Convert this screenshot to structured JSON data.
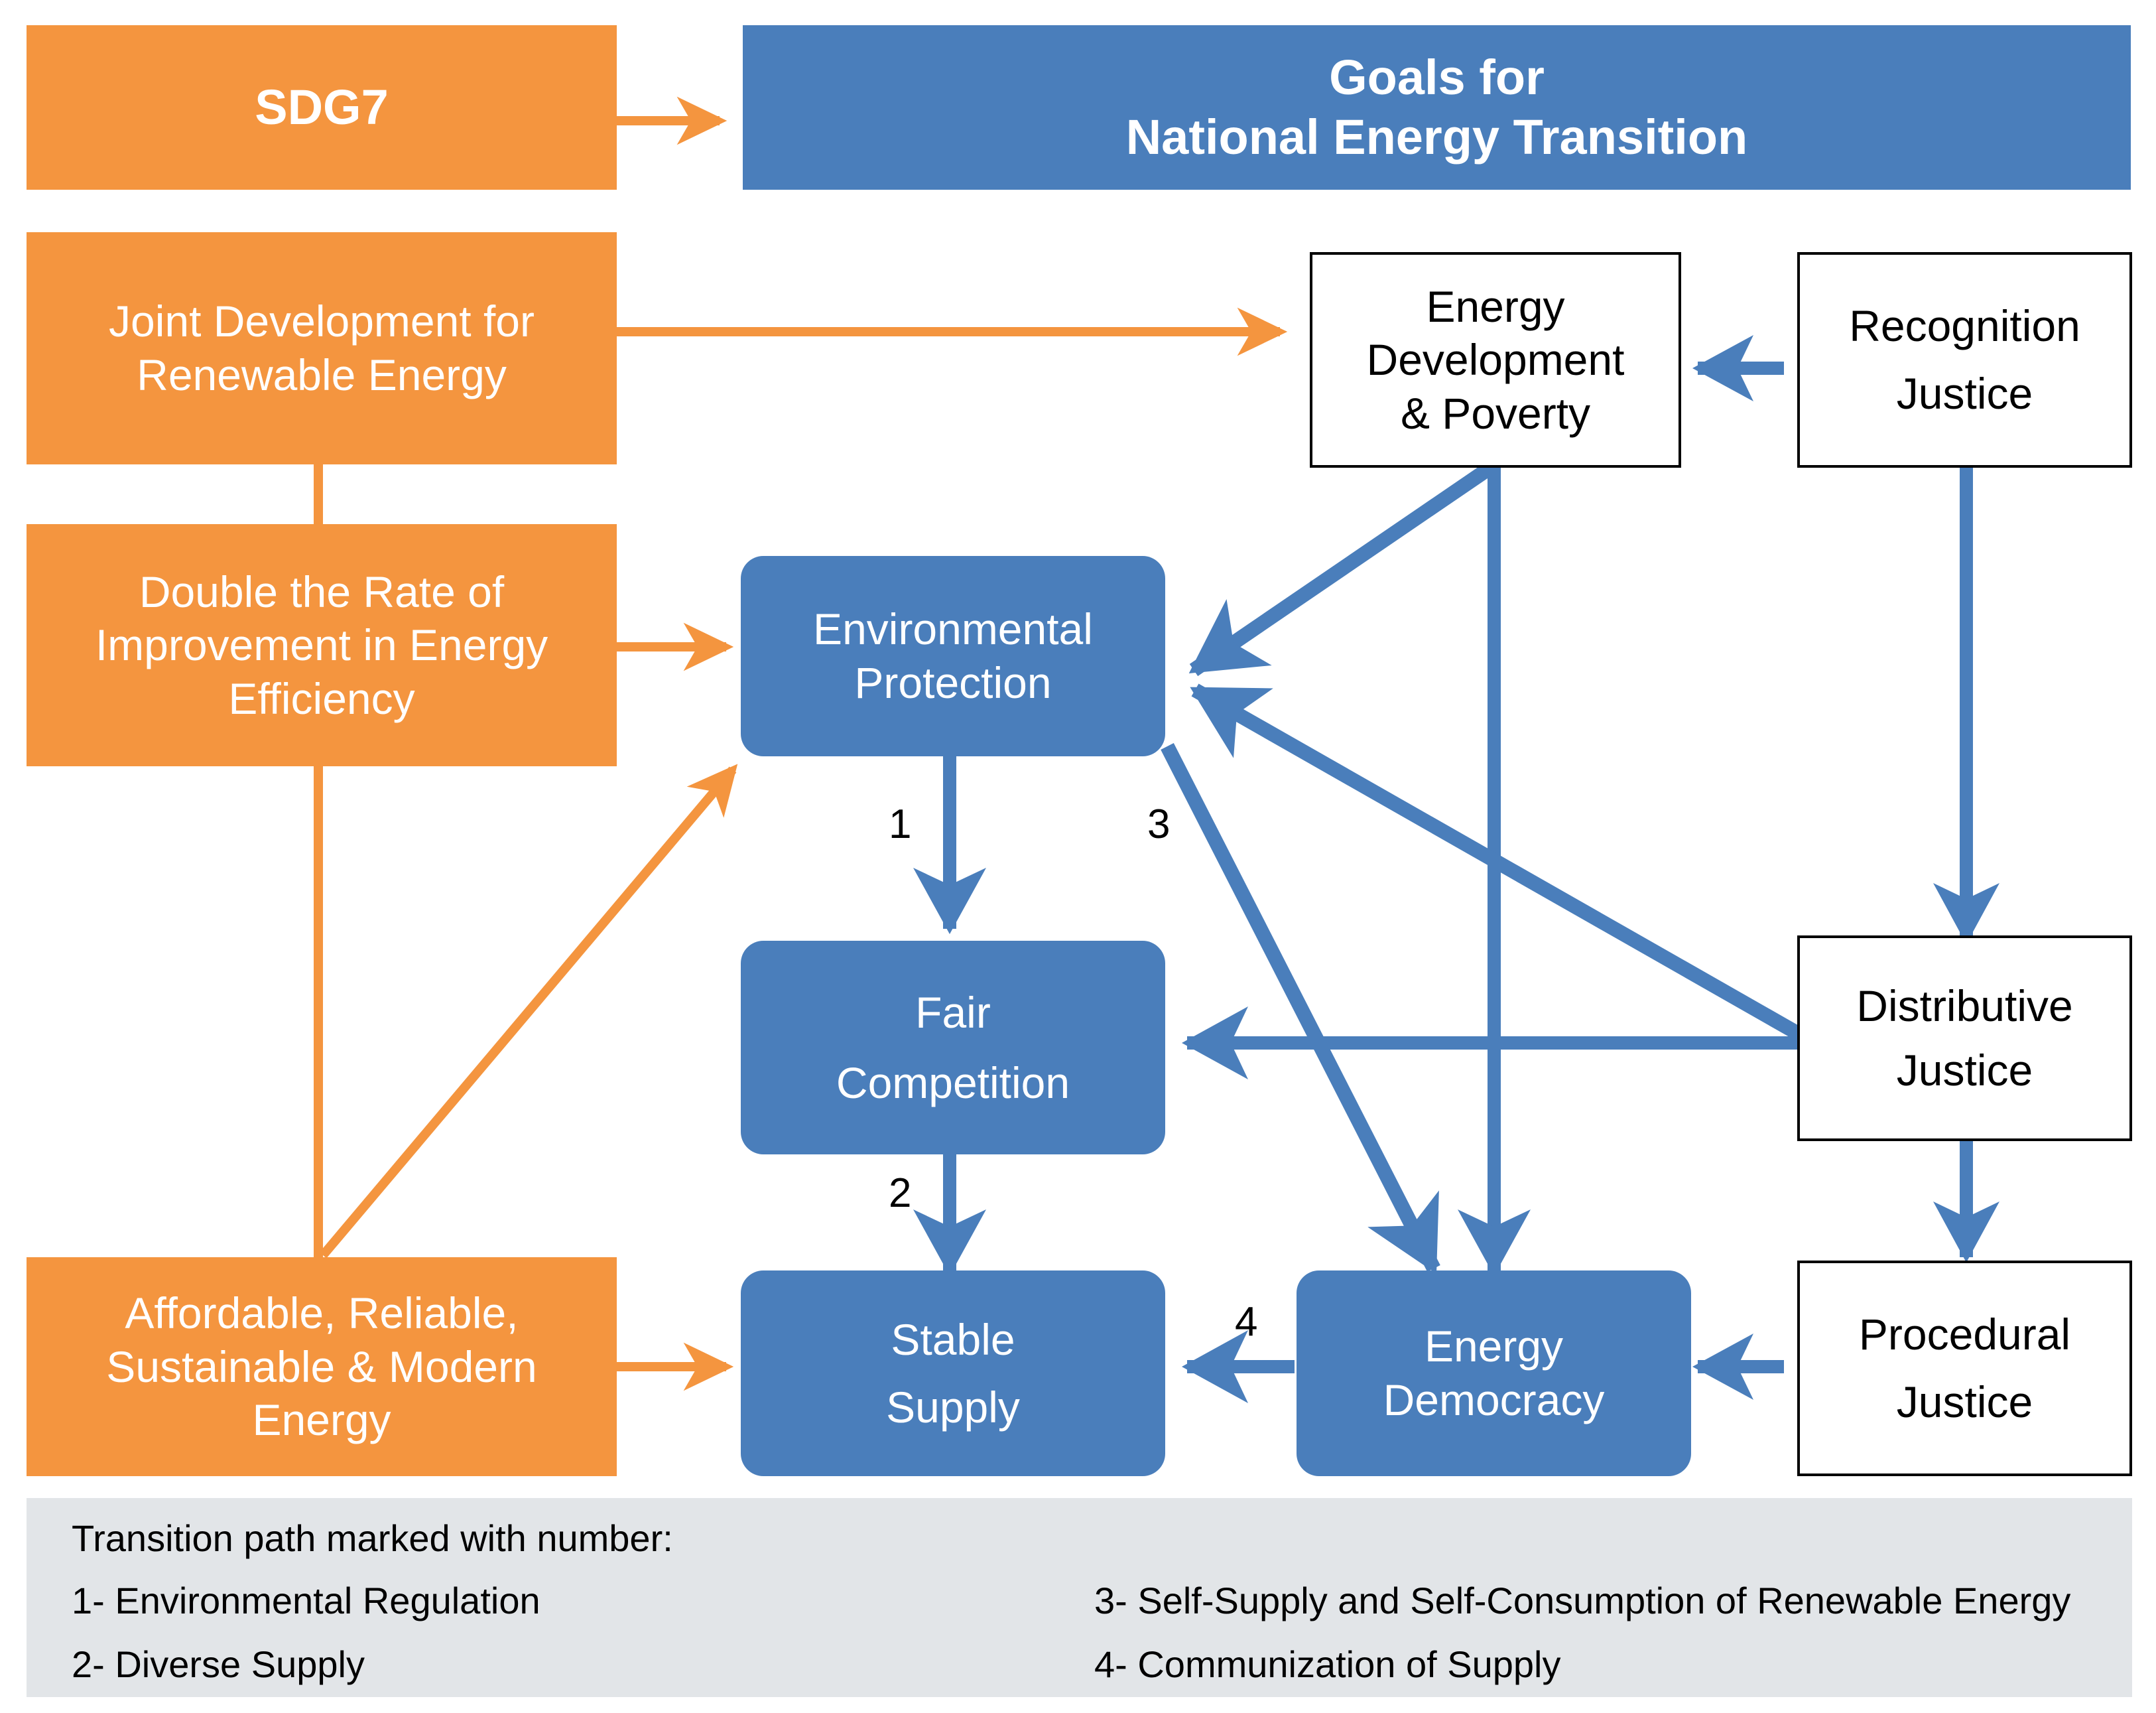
{
  "diagram": {
    "title": "SDG7 and Goals for National Energy Transition",
    "colors": {
      "orange": "#F4953F",
      "blue": "#4A7EBB",
      "white_box_border": "#000000",
      "legend_bg": "#E2E5E8",
      "text_light": "#FFFFFF",
      "text_dark": "#000000"
    }
  },
  "sdg": {
    "header_label": "SDG7",
    "targets": [
      {
        "label": "Joint Development for Renewable Energy"
      },
      {
        "label": "Double the Rate of Improvement in Energy Efficiency"
      },
      {
        "label": "Affordable, Reliable, Sustainable & Modern Energy"
      }
    ]
  },
  "goals": {
    "header_line1": "Goals for",
    "header_line2": "National Energy Transition",
    "nodes": [
      {
        "id": "energy-development-poverty",
        "line1": "Energy",
        "line2": "Development",
        "line3": "& Poverty",
        "style": "white"
      },
      {
        "id": "environmental-protection",
        "line1": "Environmental",
        "line2": "Protection",
        "style": "blue"
      },
      {
        "id": "fair-competition",
        "line1": "Fair",
        "line2": "Competition",
        "style": "blue"
      },
      {
        "id": "stable-supply",
        "line1": "Stable",
        "line2": "Supply",
        "style": "blue"
      },
      {
        "id": "energy-democracy",
        "line1": "Energy",
        "line2": "Democracy",
        "style": "blue"
      }
    ]
  },
  "justice": {
    "nodes": [
      {
        "id": "recognition-justice",
        "line1": "Recognition",
        "line2": "Justice"
      },
      {
        "id": "distributive-justice",
        "line1": "Distributive",
        "line2": "Justice"
      },
      {
        "id": "procedural-justice",
        "line1": "Procedural",
        "line2": "Justice"
      }
    ]
  },
  "path_numbers": {
    "n1": "1",
    "n2": "2",
    "n3": "3",
    "n4": "4"
  },
  "legend": {
    "title": "Transition path marked with number:",
    "item1": "1- Environmental Regulation",
    "item2": "2- Diverse Supply",
    "item3": "3- Self-Supply and Self-Consumption of Renewable Energy",
    "item4": "4- Communization of Supply"
  }
}
